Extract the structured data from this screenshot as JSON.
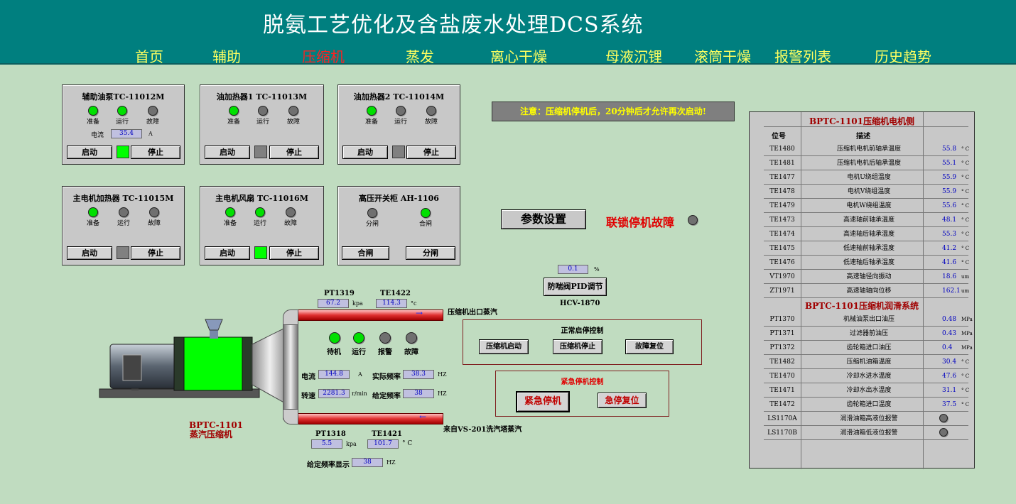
{
  "header": {
    "title": "脱氨工艺优化及含盐废水处理DCS系统",
    "nav": [
      "首页",
      "辅助",
      "压缩机",
      "蒸发",
      "离心干燥",
      "母液沉锂",
      "滚筒干燥",
      "报警列表",
      "历史趋势"
    ],
    "active_nav": "压缩机"
  },
  "lamp_labels": {
    "ready": "准备",
    "run": "运行",
    "fault": "故障",
    "alarm": "报警",
    "standby": "待机",
    "open_sw": "分闸",
    "close_sw": "合闸"
  },
  "buttons": {
    "start": "启动",
    "stop": "停止",
    "close_sw": "合闸",
    "open_sw": "分闸"
  },
  "panels": {
    "aux_pump": {
      "title": "辅助油泵TC-11012M",
      "current_label": "电流",
      "current": "35.4",
      "current_unit": "A",
      "ready": true,
      "run": true,
      "fault": false,
      "indicator": "green"
    },
    "heater1": {
      "title": "油加热器1 TC-11013M",
      "ready": true,
      "run": false,
      "fault": false,
      "indicator": "gray"
    },
    "heater2": {
      "title": "油加热器2 TC-11014M",
      "ready": true,
      "run": false,
      "fault": false,
      "indicator": "gray"
    },
    "motor_heater": {
      "title": "主电机加热器 TC-11015M",
      "ready": true,
      "run": false,
      "fault": false,
      "indicator": "gray"
    },
    "motor_fan": {
      "title": "主电机风扇 TC-11016M",
      "ready": true,
      "run": true,
      "fault": false,
      "indicator": "green"
    },
    "hv_switch": {
      "title": "高压开关柜 AH-1106",
      "open": false,
      "closed": true
    }
  },
  "notice": "注意：压缩机停机后，20分钟后才允许再次启动!",
  "param_button": "参数设置",
  "interlock": {
    "label": "联锁停机故障",
    "active": false
  },
  "pid": {
    "value": "0.1",
    "unit": "%",
    "button": "防喘阀PID调节",
    "tag": "HCV-1870"
  },
  "compressor": {
    "name": "BPTC-1101",
    "desc": "蒸汽压缩机",
    "outlet_label": "压缩机出口蒸汽",
    "inlet_label": "来自VS-201洗汽塔蒸汽",
    "pt1319": {
      "tag": "PT1319",
      "value": "67.2",
      "unit": "kpa"
    },
    "te1422": {
      "tag": "TE1422",
      "value": "114.3",
      "unit": "°c"
    },
    "pt1318": {
      "tag": "PT1318",
      "value": "5.5",
      "unit": "kpa"
    },
    "te1421": {
      "tag": "TE1421",
      "value": "101.7",
      "unit": "° C"
    },
    "status": {
      "standby": true,
      "run": true,
      "alarm": false,
      "fault": false
    },
    "current": {
      "label": "电流",
      "value": "144.8",
      "unit": "A"
    },
    "actual_freq": {
      "label": "实际频率",
      "value": "38.3",
      "unit": "HZ"
    },
    "speed": {
      "label": "转速",
      "value": "2281.3",
      "unit": "r/min"
    },
    "set_freq": {
      "label": "给定频率",
      "value": "38",
      "unit": "HZ"
    },
    "set_freq_display": {
      "label": "给定频率显示",
      "value": "38",
      "unit": "HZ"
    }
  },
  "normal_ctrl": {
    "title": "正常启停控制",
    "start": "压缩机启动",
    "stop": "压缩机停止",
    "reset": "故障复位"
  },
  "emergency_ctrl": {
    "title": "紧急停机控制",
    "stop": "紧急停机",
    "reset": "急停复位"
  },
  "table": {
    "section1": "BPTC-1101压缩机电机侧",
    "col_tag": "位号",
    "col_desc": "描述",
    "rows1": [
      {
        "tag": "TE1480",
        "desc": "压缩机电机前轴承温度",
        "value": "55.8",
        "unit": "° C"
      },
      {
        "tag": "TE1481",
        "desc": "压缩机电机后轴承温度",
        "value": "55.1",
        "unit": "° C"
      },
      {
        "tag": "TE1477",
        "desc": "电机U绕组温度",
        "value": "55.9",
        "unit": "° C"
      },
      {
        "tag": "TE1478",
        "desc": "电机V绕组温度",
        "value": "55.9",
        "unit": "° C"
      },
      {
        "tag": "TE1479",
        "desc": "电机W绕组温度",
        "value": "55.6",
        "unit": "° C"
      },
      {
        "tag": "TE1473",
        "desc": "高速轴前轴承温度",
        "value": "48.1",
        "unit": "° C"
      },
      {
        "tag": "TE1474",
        "desc": "高速轴后轴承温度",
        "value": "55.3",
        "unit": "° C"
      },
      {
        "tag": "TE1475",
        "desc": "低速轴前轴承温度",
        "value": "41.2",
        "unit": "° C"
      },
      {
        "tag": "TE1476",
        "desc": "低速轴后轴承温度",
        "value": "41.6",
        "unit": "° C"
      },
      {
        "tag": "VT1970",
        "desc": "高速轴径向振动",
        "value": "18.6",
        "unit": "um"
      },
      {
        "tag": "ZT1971",
        "desc": "高速轴轴向位移",
        "value": "162.1",
        "unit": "um"
      }
    ],
    "section2": "BPTC-1101压缩机润滑系统",
    "rows2": [
      {
        "tag": "PT1370",
        "desc": "机械油泵出口油压",
        "value": "0.48",
        "unit": "MPa"
      },
      {
        "tag": "PT1371",
        "desc": "过滤器前油压",
        "value": "0.43",
        "unit": "MPa"
      },
      {
        "tag": "PT1372",
        "desc": "齿轮箱进口油压",
        "value": "0.4",
        "unit": "MPa"
      },
      {
        "tag": "TE1482",
        "desc": "压缩机油箱温度",
        "value": "30.4",
        "unit": "° C"
      },
      {
        "tag": "TE1470",
        "desc": "冷却水进水温度",
        "value": "47.6",
        "unit": "° C"
      },
      {
        "tag": "TE1471",
        "desc": "冷却水出水温度",
        "value": "31.1",
        "unit": "° C"
      },
      {
        "tag": "TE1472",
        "desc": "齿轮箱进口温度",
        "value": "37.5",
        "unit": "° C"
      }
    ],
    "alarms": [
      {
        "tag": "LS1170A",
        "desc": "润滑油箱高液位报警",
        "active": false
      },
      {
        "tag": "LS1170B",
        "desc": "润滑油箱低液位报警",
        "active": false
      }
    ]
  }
}
